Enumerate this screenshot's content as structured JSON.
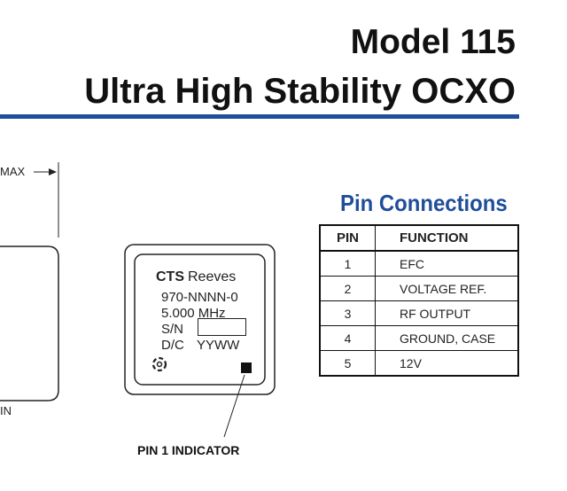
{
  "header": {
    "title_model": "Model 115",
    "title_product": "Ultra High Stability OCXO",
    "accent_color": "#1f4e9a"
  },
  "drawing": {
    "max_label": "MAX",
    "min_label_fragment": "IN",
    "pin_indicator_label": "PIN 1 INDICATOR"
  },
  "package_marking": {
    "brand_bold": "CTS",
    "brand_regular": "Reeves",
    "part_number": "970-NNNN-0",
    "frequency": "5.000 MHz",
    "serial_label": "S/N",
    "date_code_label": "D/C",
    "date_code_value": "YYWW"
  },
  "pin_connections": {
    "heading": "Pin Connections",
    "columns": [
      "PIN",
      "FUNCTION"
    ],
    "rows": [
      {
        "pin": "1",
        "function": "EFC"
      },
      {
        "pin": "2",
        "function": "VOLTAGE REF."
      },
      {
        "pin": "3",
        "function": "RF OUTPUT"
      },
      {
        "pin": "4",
        "function": "GROUND, CASE"
      },
      {
        "pin": "5",
        "function": "12V"
      }
    ]
  }
}
